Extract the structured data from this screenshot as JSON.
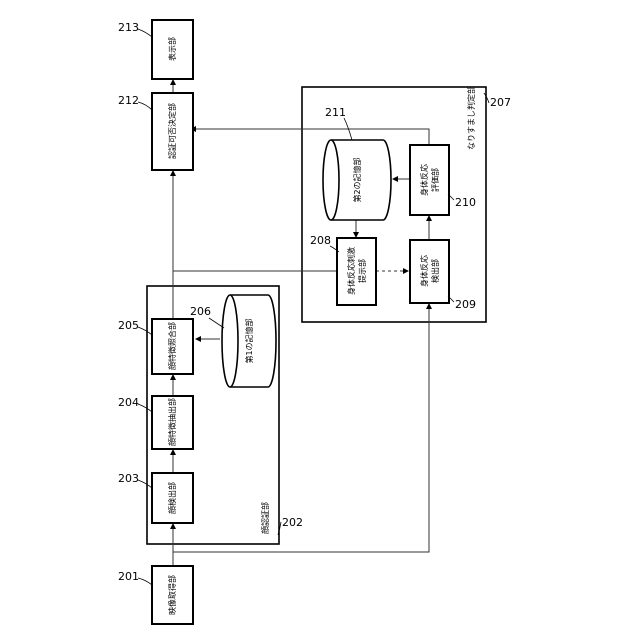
{
  "units": {
    "u201": {
      "num": "201",
      "label": "映像取得部"
    },
    "u202": {
      "num": "202",
      "label": "顔認証部"
    },
    "u203": {
      "num": "203",
      "label": "顔検出部"
    },
    "u204": {
      "num": "204",
      "label": "顔特徴抽出部"
    },
    "u205": {
      "num": "205",
      "label": "顔特徴照合部"
    },
    "u206": {
      "num": "206",
      "label": "第1の記憶部"
    },
    "u207": {
      "num": "207",
      "label": "なりすまし判定部"
    },
    "u208": {
      "num": "208",
      "label1": "身体反応刺激",
      "label2": "提示部"
    },
    "u209": {
      "num": "209",
      "label1": "身体反応",
      "label2": "検出部"
    },
    "u210": {
      "num": "210",
      "label1": "身体反応",
      "label2": "評価部"
    },
    "u211": {
      "num": "211",
      "label": "第2の記憶部"
    },
    "u212": {
      "num": "212",
      "label": "認証可否決定部"
    },
    "u213": {
      "num": "213",
      "label": "表示部"
    }
  }
}
